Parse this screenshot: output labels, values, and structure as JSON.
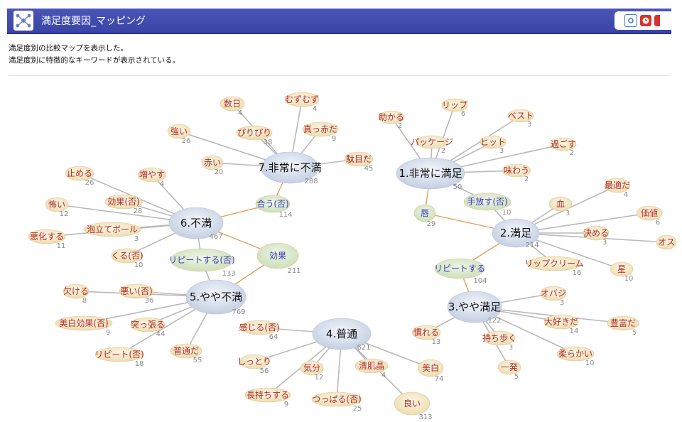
{
  "window": {
    "title": "満足度要因_マッピング",
    "icons": [
      "network-icon",
      "camera-icon",
      "clock-icon",
      "close-icon"
    ]
  },
  "description": {
    "line1": "満足度別の比較マップを表示した。",
    "line2": "満足度別に特徴的なキーワードが表示されている。"
  },
  "colors": {
    "titlebar": "#3d47a9",
    "category_node": "#cfd8e8",
    "keyword_node": "#f3e7c6",
    "shared_node": "#d9e8c9",
    "edge_gray": "#b9b9b9",
    "edge_orange": "#e2a15a",
    "keyword_red": "#b42a2a",
    "keyword_blue": "#3c3cc4"
  },
  "map": {
    "categories": [
      {
        "id": "c1",
        "label": "1.非常に満足",
        "count": "50"
      },
      {
        "id": "c2",
        "label": "2.満足",
        "count": "214"
      },
      {
        "id": "c3",
        "label": "3.やや満足",
        "count": "122"
      },
      {
        "id": "c4",
        "label": "4.普通",
        "count": "621"
      },
      {
        "id": "c5",
        "label": "5.やや不満",
        "count": "769"
      },
      {
        "id": "c6",
        "label": "6.不満",
        "count": "467"
      },
      {
        "id": "c7",
        "label": "7.非常に不満",
        "count": "288"
      }
    ],
    "keywords": [
      {
        "id": "k1",
        "label": "助かる",
        "count": "2",
        "color": "red"
      },
      {
        "id": "k2",
        "label": "リップ",
        "count": "6",
        "color": "red"
      },
      {
        "id": "k3",
        "label": "ベスト",
        "count": "3",
        "color": "red"
      },
      {
        "id": "k4",
        "label": "パッケージ",
        "count": "2",
        "color": "red"
      },
      {
        "id": "k5",
        "label": "ヒット",
        "count": "3",
        "color": "red"
      },
      {
        "id": "k6",
        "label": "過ごす",
        "count": "2",
        "color": "red"
      },
      {
        "id": "k7",
        "label": "味わう",
        "count": "2",
        "color": "red"
      },
      {
        "id": "k8",
        "label": "手放す(否)",
        "count": "10",
        "color": "blue"
      },
      {
        "id": "k9",
        "label": "唇",
        "count": "29",
        "color": "blue"
      },
      {
        "id": "k10",
        "label": "血",
        "count": "3",
        "color": "red"
      },
      {
        "id": "k11",
        "label": "最適だ",
        "count": "4",
        "color": "red"
      },
      {
        "id": "k12",
        "label": "価値",
        "count": "6",
        "color": "red"
      },
      {
        "id": "k13",
        "label": "決める",
        "count": "3",
        "color": "red"
      },
      {
        "id": "k14",
        "label": "オス",
        "count": "",
        "color": "red"
      },
      {
        "id": "k15",
        "label": "リップクリーム",
        "count": "16",
        "color": "red"
      },
      {
        "id": "k16",
        "label": "星",
        "count": "10",
        "color": "red"
      },
      {
        "id": "k17",
        "label": "リピートする",
        "count": "104",
        "color": "blue"
      },
      {
        "id": "k18",
        "label": "オバジ",
        "count": "3",
        "color": "red"
      },
      {
        "id": "k19",
        "label": "大好きだ",
        "count": "14",
        "color": "red"
      },
      {
        "id": "k20",
        "label": "豊富だ",
        "count": "5",
        "color": "red"
      },
      {
        "id": "k21",
        "label": "慣れる",
        "count": "13",
        "color": "red"
      },
      {
        "id": "k22",
        "label": "持ち歩く",
        "count": "3",
        "color": "red"
      },
      {
        "id": "k23",
        "label": "柔らかい",
        "count": "10",
        "color": "red"
      },
      {
        "id": "k24",
        "label": "一発",
        "count": "5",
        "color": "red"
      },
      {
        "id": "k25",
        "label": "美白",
        "count": "74",
        "color": "red"
      },
      {
        "id": "k26",
        "label": "良い",
        "count": "313",
        "color": "red"
      },
      {
        "id": "k27",
        "label": "清肌晶",
        "count": "4",
        "color": "red"
      },
      {
        "id": "k28",
        "label": "つっぱる(否)",
        "count": "25",
        "color": "red"
      },
      {
        "id": "k29",
        "label": "気分",
        "count": "12",
        "color": "red"
      },
      {
        "id": "k30",
        "label": "しっとり",
        "count": "56",
        "color": "red"
      },
      {
        "id": "k31",
        "label": "長持ちする",
        "count": "9",
        "color": "red"
      },
      {
        "id": "k32",
        "label": "感じる(否)",
        "count": "64",
        "color": "red"
      },
      {
        "id": "k33",
        "label": "欠ける",
        "count": "8",
        "color": "red"
      },
      {
        "id": "k34",
        "label": "悪い(否)",
        "count": "36",
        "color": "red"
      },
      {
        "id": "k35",
        "label": "美白効果(否)",
        "count": "9",
        "color": "red"
      },
      {
        "id": "k36",
        "label": "突っ張る",
        "count": "44",
        "color": "red"
      },
      {
        "id": "k37",
        "label": "リピート(否)",
        "count": "18",
        "color": "red"
      },
      {
        "id": "k38",
        "label": "普通だ",
        "count": "55",
        "color": "red"
      },
      {
        "id": "k39",
        "label": "効果",
        "count": "211",
        "color": "blue"
      },
      {
        "id": "k40",
        "label": "リピートする(否)",
        "count": "133",
        "color": "blue"
      },
      {
        "id": "k41",
        "label": "止める",
        "count": "26",
        "color": "red"
      },
      {
        "id": "k42",
        "label": "増やす",
        "count": "4",
        "color": "red"
      },
      {
        "id": "k43",
        "label": "効果(否)",
        "count": "28",
        "color": "red"
      },
      {
        "id": "k44",
        "label": "怖い",
        "count": "12",
        "color": "red"
      },
      {
        "id": "k45",
        "label": "泡立てボール",
        "count": "3",
        "color": "red"
      },
      {
        "id": "k46",
        "label": "悪化する",
        "count": "11",
        "color": "red"
      },
      {
        "id": "k47",
        "label": "くる(否)",
        "count": "10",
        "color": "red"
      },
      {
        "id": "k48",
        "label": "合う(否)",
        "count": "114",
        "color": "blue"
      },
      {
        "id": "k49",
        "label": "数日",
        "count": "4",
        "color": "red"
      },
      {
        "id": "k50",
        "label": "むずむず",
        "count": "4",
        "color": "red"
      },
      {
        "id": "k51",
        "label": "強い",
        "count": "26",
        "color": "red"
      },
      {
        "id": "k52",
        "label": "ぴりぴり",
        "count": "38",
        "color": "red"
      },
      {
        "id": "k53",
        "label": "真っ赤だ",
        "count": "9",
        "color": "red"
      },
      {
        "id": "k54",
        "label": "赤い",
        "count": "20",
        "color": "red"
      },
      {
        "id": "k55",
        "label": "駄目だ",
        "count": "45",
        "color": "red"
      }
    ]
  }
}
